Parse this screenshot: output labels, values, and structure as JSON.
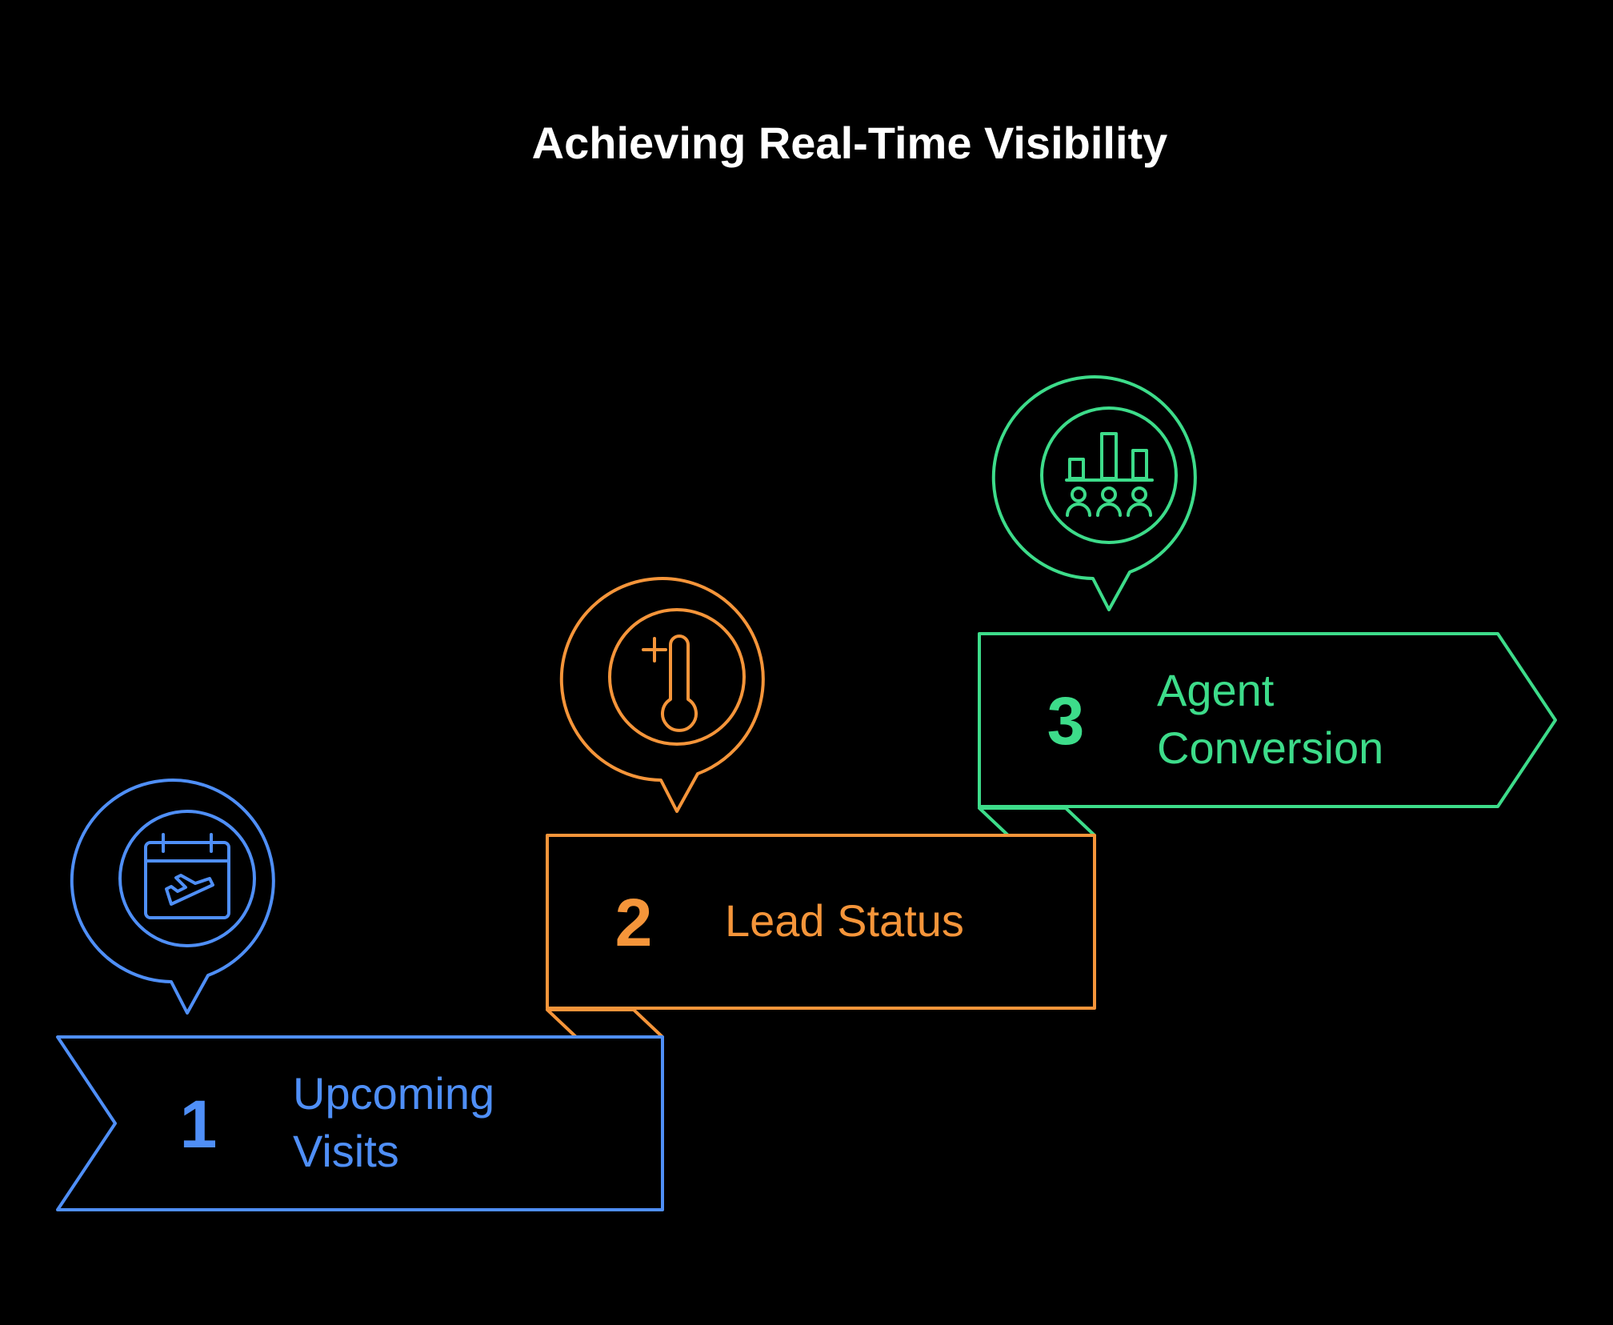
{
  "title": "Achieving Real-Time Visibility",
  "colors": {
    "background": "#000000",
    "title": "#ffffff",
    "step1": "#4f8ff7",
    "step2": "#f5953a",
    "step3": "#3ddc8a"
  },
  "steps": [
    {
      "number": "1",
      "label_lines": [
        "Upcoming",
        "Visits"
      ],
      "icon": "calendar-flight-icon"
    },
    {
      "number": "2",
      "label_lines": [
        "Lead Status"
      ],
      "icon": "thermometer-icon"
    },
    {
      "number": "3",
      "label_lines": [
        "Agent",
        "Conversion"
      ],
      "icon": "audience-bar-chart-icon"
    }
  ]
}
